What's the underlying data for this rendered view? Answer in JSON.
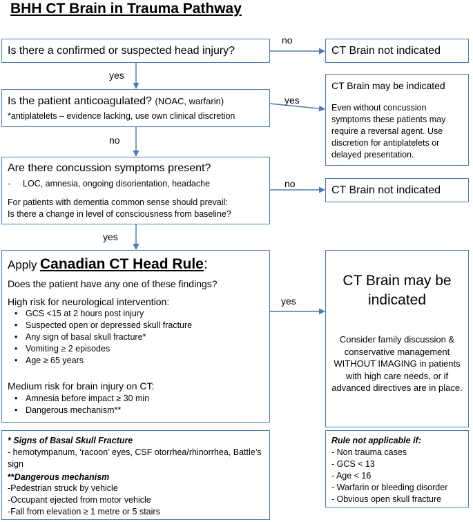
{
  "title": "BHH CT Brain in Trauma Pathway",
  "q1": {
    "text": "Is there a confirmed or suspected head injury?"
  },
  "q2": {
    "text": "Is the patient anticoagulated?",
    "suffix": "(NOAC, warfarin)",
    "note": "*antiplatelets – evidence lacking, use own clinical discretion"
  },
  "q3": {
    "text": "Are there concussion symptoms present?",
    "bullet": "LOC, amnesia, ongoing disorientation, headache",
    "dementia_1": "For patients with dementia common sense should prevail:",
    "dementia_2": "Is there a change in level of consciousness from baseline?"
  },
  "q4": {
    "apply": "Apply",
    "rule": "Canadian CT Head Rule",
    "colon": ":",
    "question": "Does the patient have any one of these findings?",
    "high_risk_title": "High risk for neurological intervention:",
    "high_risk": [
      "GCS <15 at 2 hours post injury",
      "Suspected open or depressed skull fracture",
      "Any sign of basal skull fracture*",
      "Vomiting ≥ 2 episodes",
      "Age ≥ 65 years"
    ],
    "medium_risk_title": "Medium risk for brain injury on CT:",
    "medium_risk": [
      "Amnesia before impact ≥ 30 min",
      "Dangerous mechanism**"
    ]
  },
  "out1": {
    "text": "CT Brain not indicated"
  },
  "out2": {
    "title": "CT Brain may be indicated",
    "body": "Even without concussion symptoms these patients may require a reversal agent. Use discretion for antiplatelets or delayed presentation."
  },
  "out3": {
    "text": "CT Brain not indicated"
  },
  "out4": {
    "title": "CT Brain may be indicated",
    "body": "Consider family discussion & conservative management WITHOUT IMAGING in patients with high care needs, or if advanced directives are in place."
  },
  "footnote": {
    "basal_title": "* Signs of Basal Skull Fracture",
    "basal_body": "- hemotympanum, ‘racoon’ eyes, CSF otorrhea/rhinorrhea, Battle’s sign",
    "mech_prefix": "**",
    "mech_title": "Dangerous mechanism",
    "mech": [
      "-Pedestrian struck by vehicle",
      "-Occupant ejected from motor vehicle",
      "-Fall from elevation ≥  1 metre or 5 stairs"
    ]
  },
  "exclusions": {
    "title": "Rule not applicable if:",
    "items": [
      "- Non trauma cases",
      "-  GCS < 13",
      "- Age < 16",
      "- Warfarin or bleeding disorder",
      "- Obvious open skull fracture"
    ]
  },
  "labels": {
    "no_1": "no",
    "yes_1": "yes",
    "yes_2": "yes",
    "no_2": "no",
    "no_3": "no",
    "yes_3": "yes",
    "yes_4": "yes"
  },
  "colors": {
    "border": "#4a7ab5",
    "arrow": "#4a7ab5"
  }
}
